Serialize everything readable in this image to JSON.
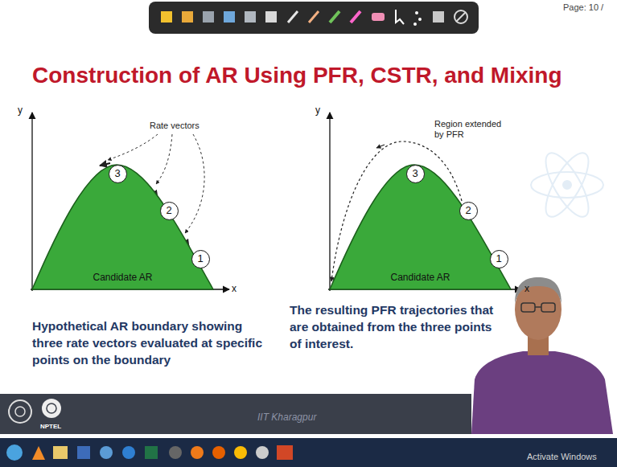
{
  "diagram": {
    "title": "Construction of AR Using PFR, CSTR, and Mixing",
    "nodes": [
      {
        "text": [
          "Candidate AR"
        ]
      },
      {
        "text": [
          "3"
        ]
      },
      {
        "text": [
          "2"
        ]
      },
      {
        "text": [
          "1"
        ]
      },
      {
        "text": [
          "Candidate AR"
        ]
      },
      {
        "text": [
          "3"
        ]
      },
      {
        "text": [
          "2"
        ]
      },
      {
        "text": [
          "1"
        ]
      }
    ],
    "labels": [
      "Page: 10 /",
      "y",
      "x",
      "Rate vectors",
      "Hypothetical AR boundary showing three rate vectors evaluated at specific points on the boundary",
      "y",
      "x",
      "Region extended by PFR",
      "The resulting PFR trajectories that are obtained from the three points of interest.",
      "NPTEL",
      "IIT Kharagpur",
      "Activate Windows"
    ]
  }
}
